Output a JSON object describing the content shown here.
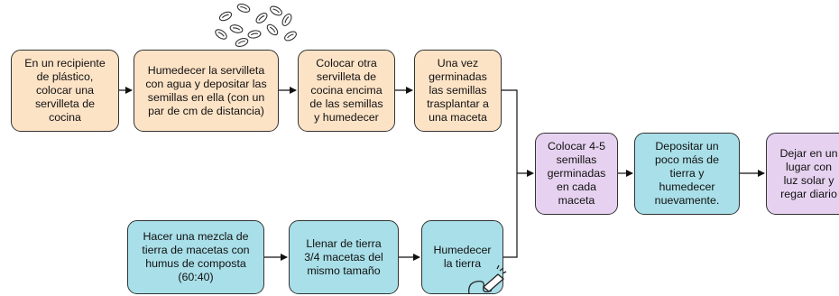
{
  "steps": [
    {
      "id": "b1",
      "color": "#fde3c6",
      "text": "En un recipiente\nde plástico,\ncolocar una\nservilleta de\ncocina"
    },
    {
      "id": "b2",
      "color": "#fde3c6",
      "text": "Humedecer  la servilleta\ncon agua y depositar las\nsemillas en ella (con un\npar de cm de distancia)"
    },
    {
      "id": "b3",
      "color": "#fde3c6",
      "text": "Colocar otra\nservilleta de\ncocina encima\nde las semillas\ny humedecer"
    },
    {
      "id": "b4",
      "color": "#fde3c6",
      "text": "Una vez\ngerminadas\nlas semillas\ntrasplantar a\nuna maceta"
    },
    {
      "id": "b5",
      "color": "#e6d2f0",
      "text": "Colocar 4-5\nsemillas\ngerminadas\nen cada\nmaceta"
    },
    {
      "id": "b6",
      "color": "#a9dfe8",
      "text": "Depositar un\npoco más de\ntierra y\nhumedecer\nnuevamente."
    },
    {
      "id": "b7",
      "color": "#e6d2f0",
      "text": "Dejar en un\nlugar con\nluz solar y\nregar diario"
    },
    {
      "id": "b8",
      "color": "#a9dfe8",
      "text": "Hacer una mezcla de\ntierra de macetas con\nhumus de composta\n(60:40)"
    },
    {
      "id": "b9",
      "color": "#a9dfe8",
      "text": "Llenar de tierra\n3/4 macetas del\nmismo tamaño"
    },
    {
      "id": "b10",
      "color": "#a9dfe8",
      "text": "Humedecer\nla tierra"
    }
  ],
  "icons": [
    "seeds-icon",
    "watering-hose-icon"
  ]
}
